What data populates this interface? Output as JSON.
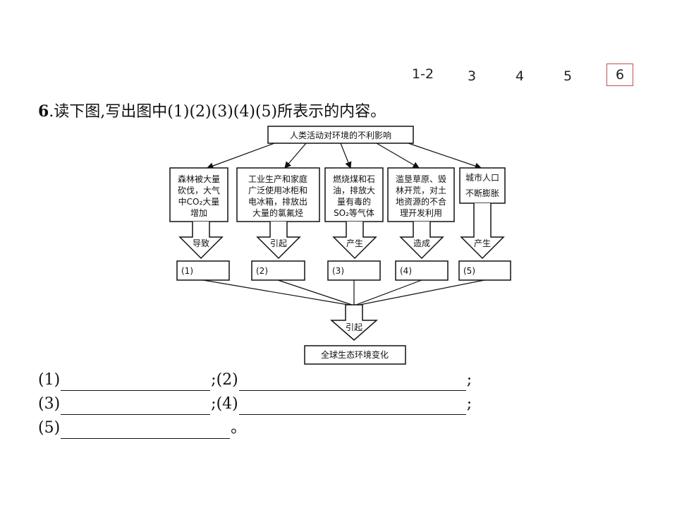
{
  "nav": {
    "items": [
      "1-2",
      "3",
      "4",
      "5",
      "6"
    ],
    "active": "6"
  },
  "question": {
    "number": "6",
    "text": ".读下图,写出图中(1)(2)(3)(4)(5)所表示的内容。"
  },
  "diagram": {
    "top": "人类活动对环境的不利影响",
    "causes": [
      [
        "森林被大量",
        "砍伐，大气",
        "中CO₂大量",
        "增加"
      ],
      [
        "工业生产和家庭",
        "广泛使用冰柜和",
        "电冰箱，排放出",
        "大量的氯氟烃"
      ],
      [
        "燃烧煤和石",
        "油，排放大",
        "量有毒的",
        "SO₂等气体"
      ],
      [
        "滥垦草原、毁",
        "林开荒，对土",
        "地资源的不合",
        "理开发利用"
      ],
      [
        "城市人口",
        "不断膨胀"
      ]
    ],
    "verbs": [
      "导致",
      "引起",
      "产生",
      "造成",
      "产生"
    ],
    "results": [
      "(1)",
      "(2)",
      "(3)",
      "(4)",
      "(5)"
    ],
    "merge_verb": "引起",
    "bottom": "全球生态环境变化"
  },
  "answers": {
    "l1": "(1)",
    "s1": ";(2)",
    "e1": ";",
    "l3": "(3)",
    "s2": ";(4)",
    "e2": ";",
    "l5": "(5)",
    "e3": "。"
  }
}
